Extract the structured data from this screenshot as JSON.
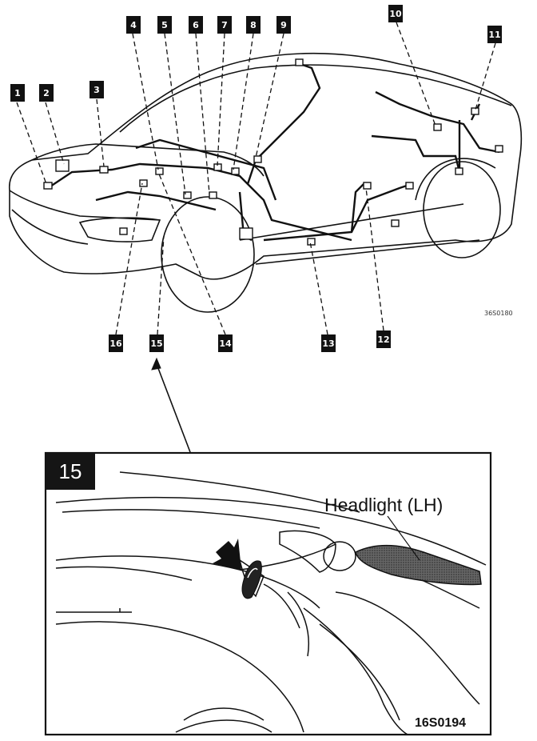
{
  "overview": {
    "figure_code": "36S0180",
    "callouts": [
      "1",
      "2",
      "3",
      "4",
      "5",
      "6",
      "7",
      "8",
      "9",
      "10",
      "11",
      "12",
      "13",
      "14",
      "15",
      "16"
    ]
  },
  "detail": {
    "callout": "15",
    "headlight_label": "Headlight (LH)",
    "figure_code": "16S0194"
  },
  "icons": {
    "arrow": "down-right-arrow-icon"
  }
}
